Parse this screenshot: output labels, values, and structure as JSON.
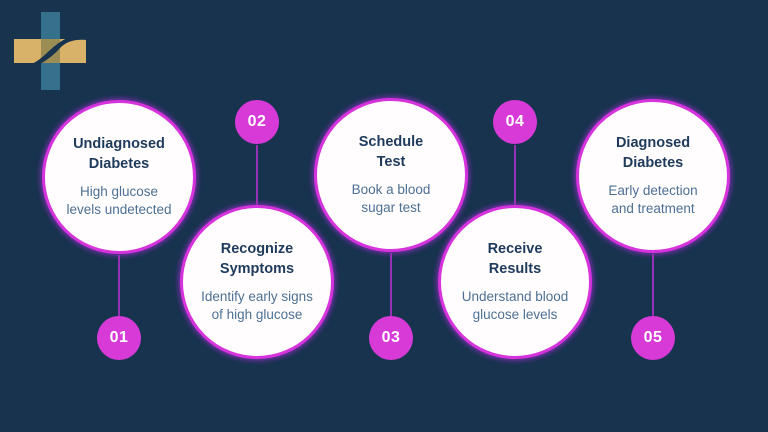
{
  "canvas": {
    "background_color": "#17334e"
  },
  "logo": {
    "description": "medical plus cross with swoosh",
    "teal_color": "#35708d",
    "gold_color": "#d8b269",
    "overlap_color": "#9c8d55"
  },
  "colors": {
    "accent_magenta": "#d83ad8",
    "circle_border": "#d633dc",
    "connector_purple": "#9431b5",
    "title_navy": "#1e3a5c",
    "subtitle_blue": "#4d7094",
    "circle_fill": "#fffdfe",
    "badge_text": "#ffffff"
  },
  "steps": [
    {
      "number": "01",
      "title": "Undiagnosed\nDiabetes",
      "description": "High glucose\nlevels undetected",
      "position": "top"
    },
    {
      "number": "02",
      "title": "Recognize\nSymptoms",
      "description": "Identify early signs\nof high glucose",
      "position": "bottom"
    },
    {
      "number": "03",
      "title": "Schedule\nTest",
      "description": "Book a blood\nsugar test",
      "position": "top"
    },
    {
      "number": "04",
      "title": "Receive\nResults",
      "description": "Understand blood\nglucose levels",
      "position": "bottom"
    },
    {
      "number": "05",
      "title": "Diagnosed\nDiabetes",
      "description": "Early detection\nand treatment",
      "position": "top"
    }
  ]
}
